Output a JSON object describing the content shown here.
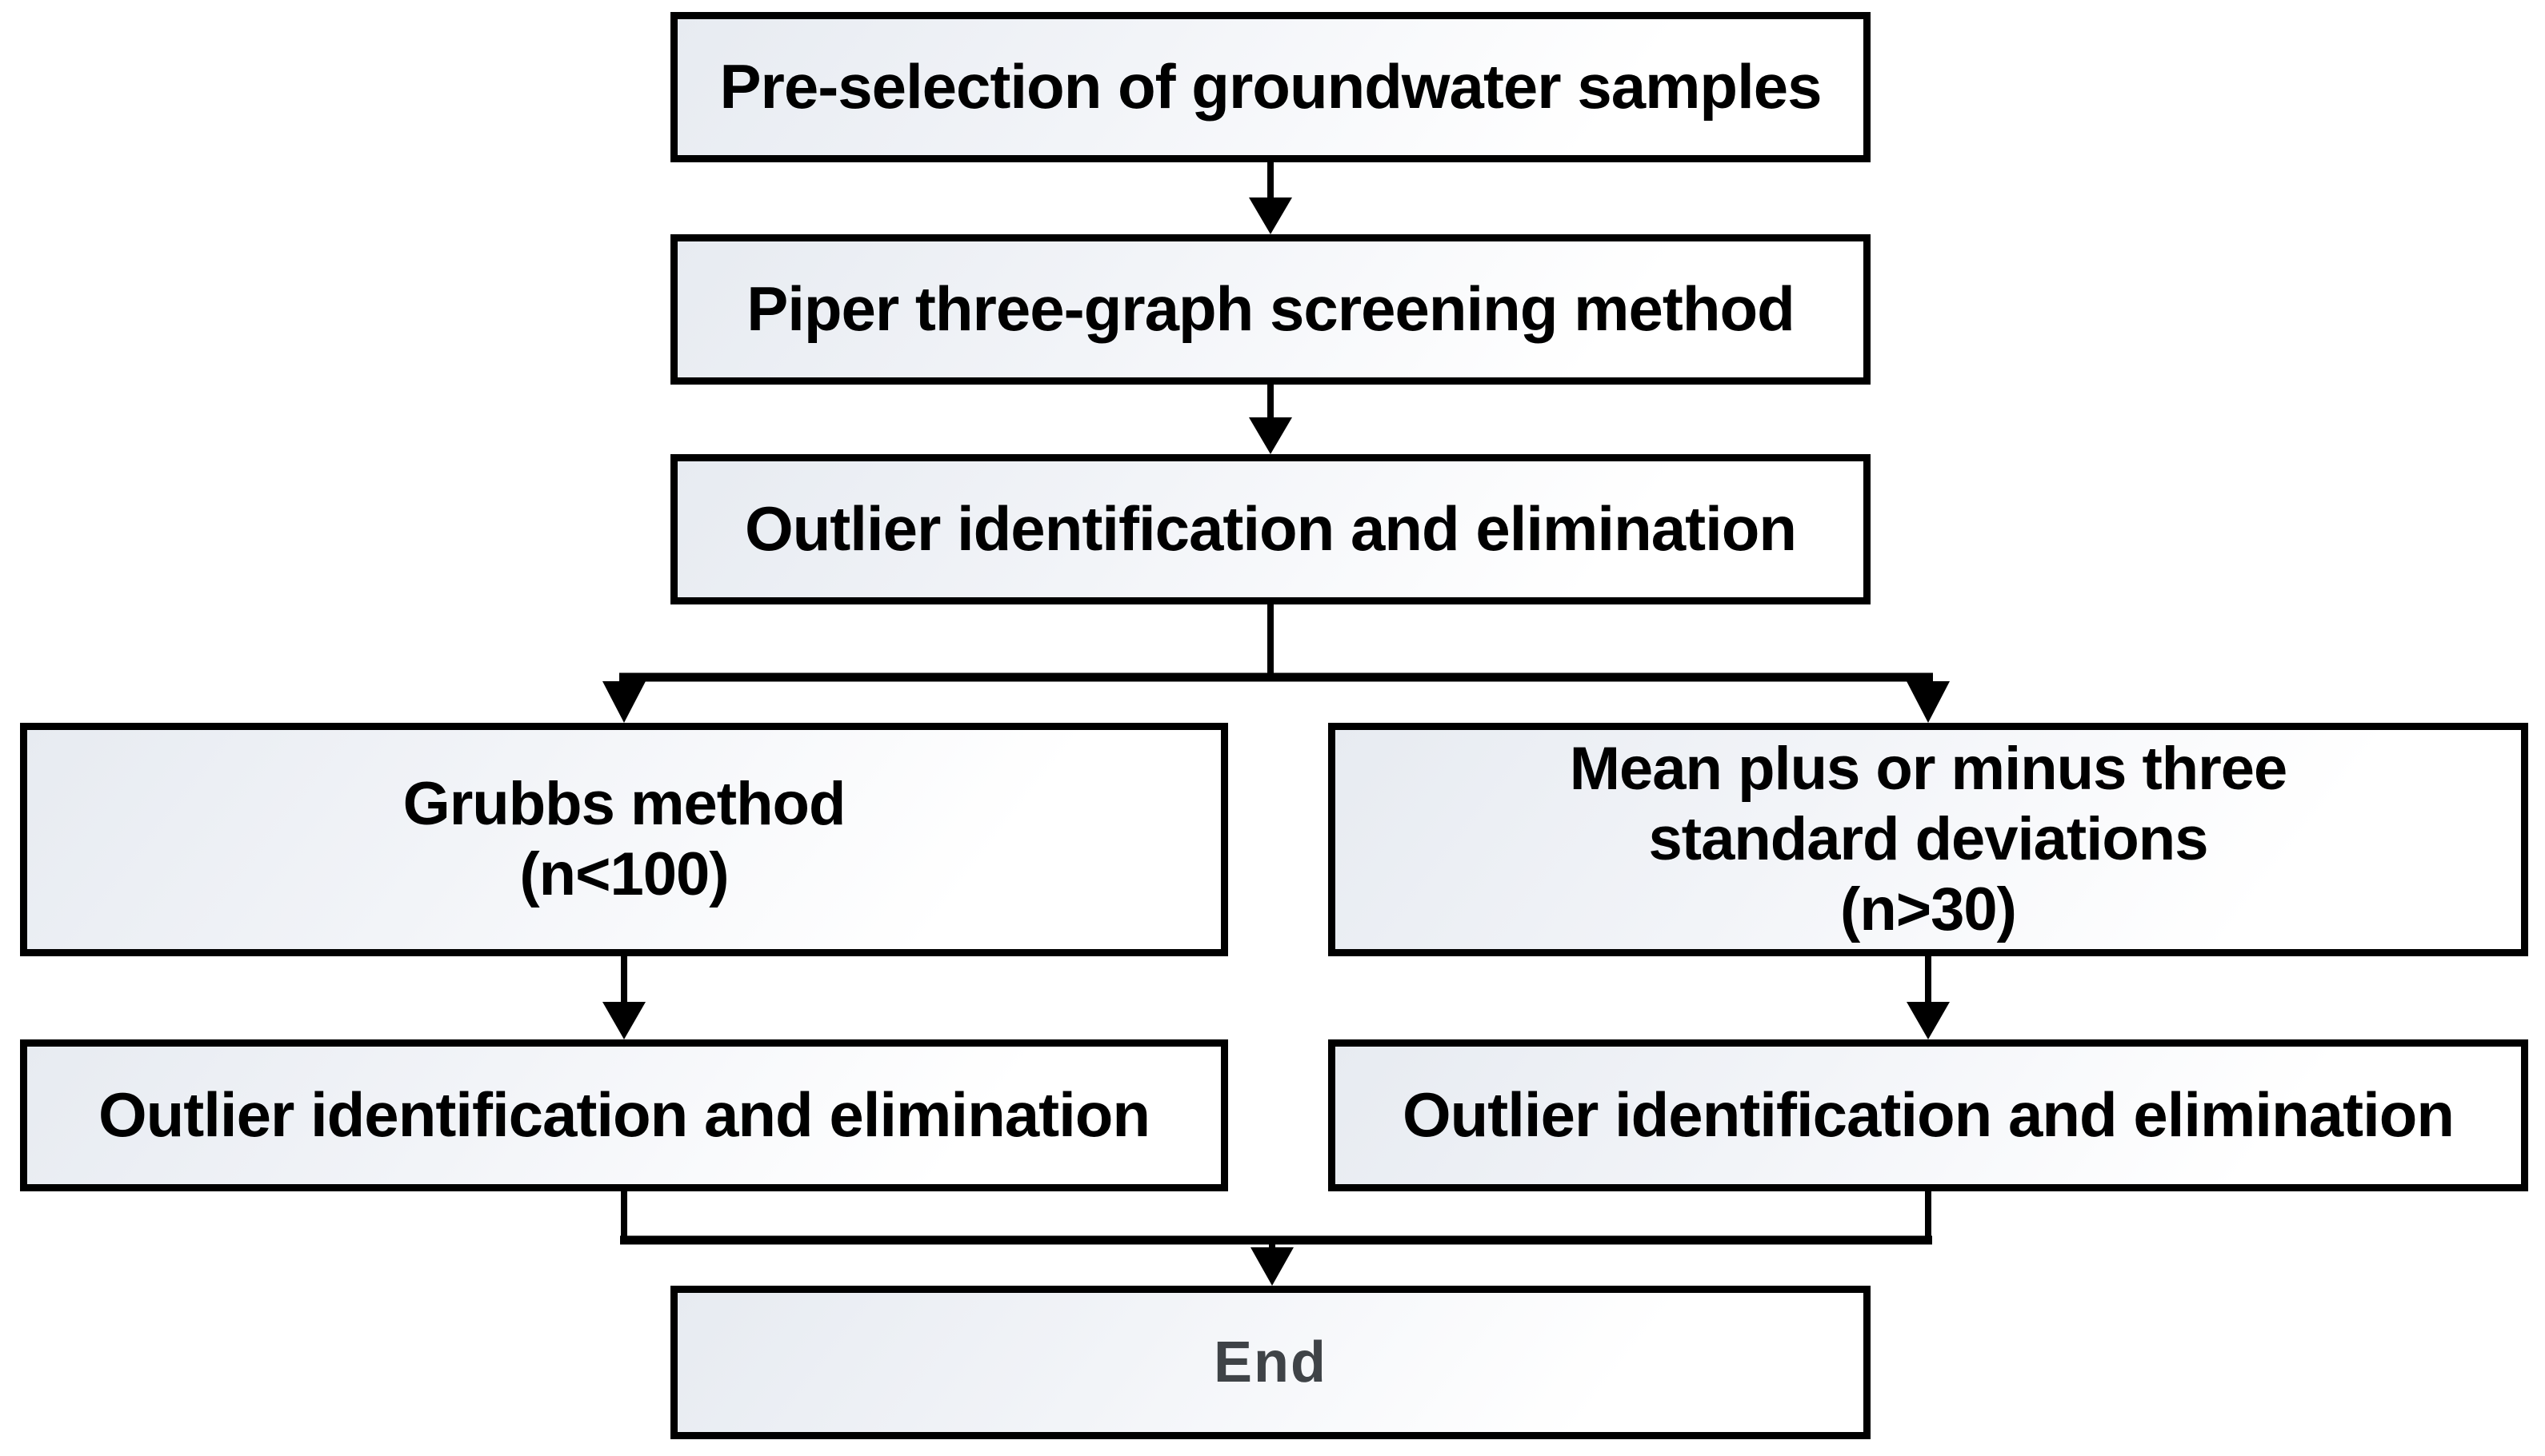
{
  "diagram": {
    "type": "flowchart",
    "nodes": {
      "preselection": {
        "label": "Pre-selection of groundwater samples"
      },
      "piper": {
        "label": "Piper three-graph screening method"
      },
      "outlier_top": {
        "label": "Outlier identification and elimination"
      },
      "grubbs": {
        "lines": [
          "Grubbs method",
          "(n<100)"
        ]
      },
      "mean3sd": {
        "lines": [
          "Mean plus or minus three",
          "standard deviations",
          "(n>30)"
        ]
      },
      "outlier_left": {
        "label": "Outlier identification and elimination"
      },
      "outlier_right": {
        "label": "Outlier identification and elimination"
      },
      "end": {
        "label": "End"
      }
    },
    "edges": [
      "preselection -> piper",
      "piper -> outlier_top",
      "outlier_top -> grubbs",
      "outlier_top -> mean3sd",
      "grubbs -> outlier_left",
      "mean3sd -> outlier_right",
      "outlier_left -> end",
      "outlier_right -> end"
    ]
  },
  "colors": {
    "border": "#000000",
    "line": "#000000",
    "text": "#000000",
    "end_text": "#3f4347",
    "fill_start": "#e7ebf1",
    "fill_mid": "#f2f4f8",
    "fill_end": "#ffffff",
    "bg": "#ffffff"
  }
}
